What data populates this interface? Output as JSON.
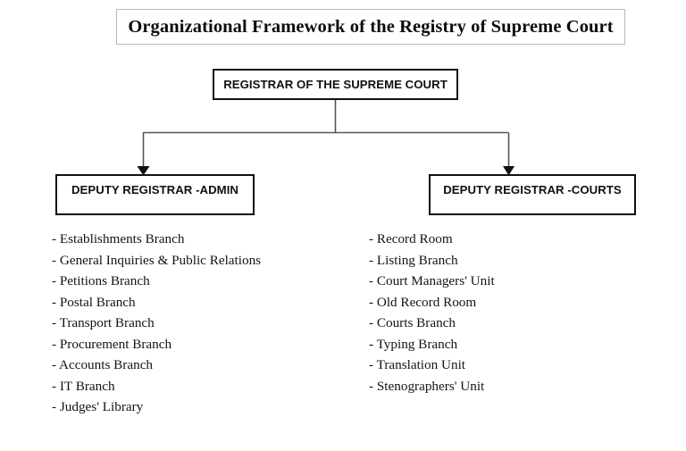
{
  "title": {
    "text": "Organizational Framework of the Registry of Supreme Court"
  },
  "colors": {
    "background": "#ffffff",
    "title_border": "#b9b9b9",
    "node_border": "#111111",
    "connector": "#555555",
    "text": "#111111"
  },
  "nodes": {
    "root": {
      "label": "REGISTRAR OF THE SUPREME COURT"
    },
    "admin": {
      "label": "DEPUTY REGISTRAR -ADMIN"
    },
    "courts": {
      "label": "DEPUTY REGISTRAR -COURTS"
    }
  },
  "lists": {
    "admin": [
      "- Establishments Branch",
      "- General Inquiries & Public Relations",
      "- Petitions Branch",
      "- Postal Branch",
      "- Transport Branch",
      "- Procurement Branch",
      "- Accounts Branch",
      "- IT Branch",
      "- Judges' Library"
    ],
    "courts": [
      "- Record Room",
      "- Listing Branch",
      "- Court Managers' Unit",
      "- Old Record Room",
      "- Courts Branch",
      "- Typing Branch",
      "- Translation Unit",
      "- Stenographers' Unit"
    ]
  }
}
